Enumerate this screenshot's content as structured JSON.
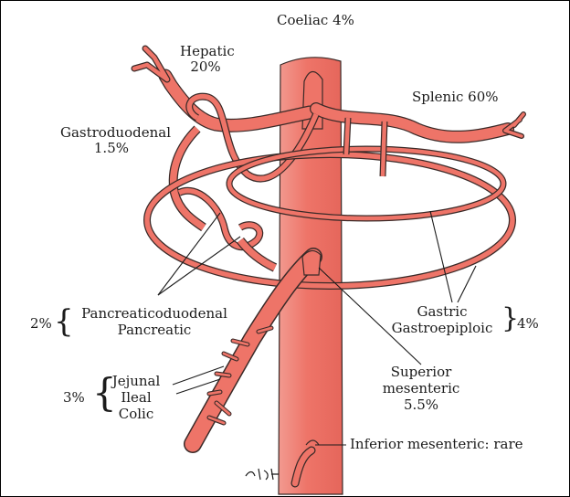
{
  "labels": {
    "coeliac": "Coeliac 4%",
    "hepatic": "Hepatic",
    "hepatic_pct": "20%",
    "splenic": "Splenic 60%",
    "gastroduodenal": "Gastroduodenal",
    "gastroduodenal_pct": "1.5%",
    "pancreatic_pct": "2%",
    "pancreaticoduodenal": "Pancreaticoduodenal",
    "pancreatic": "Pancreatic",
    "gastric": "Gastric",
    "gastroepiploic": "Gastroepiploic",
    "gastric_pct": "4%",
    "superior": "Superior",
    "mesenteric": "mesenteric",
    "superior_pct": "5.5%",
    "jejunal": "Jejunal",
    "ileal": "Ileal",
    "colic": "Colic",
    "intestinal_pct": "3%",
    "inferior": "Inferior mesenteric: rare",
    "signature": "GPH"
  },
  "colors": {
    "artery_fill": "#ee7468",
    "artery_stroke": "#3a2a28",
    "label_text": "#1b1b1b"
  }
}
